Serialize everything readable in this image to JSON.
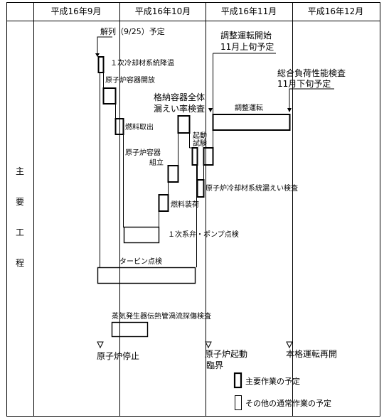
{
  "header": {
    "months": [
      "平成16年9月",
      "平成16年10月",
      "平成16年11月",
      "平成16年12月"
    ]
  },
  "row_label": [
    "主",
    "要",
    "工",
    "程"
  ],
  "annotations": {
    "parallel": "解列（9/25）予定",
    "cooling_down": "１次冷却材系統降温",
    "vessel_open": "原子炉容器開放",
    "fuel_removal": "燃料取出",
    "vessel_assembly_1": "原子炉容器",
    "vessel_assembly_2": "組立",
    "fuel_loading": "燃料装荷",
    "pump_check": "１次系弁・ポンプ点検",
    "turbine_check": "タービン点検",
    "containment_1": "格納容器全体",
    "containment_2": "漏えい率検査",
    "startup_test_1": "起動",
    "startup_test_2": "試験",
    "leak_check": "原子炉冷却材系統漏えい検査",
    "adjust_start_1": "調整運転開始",
    "adjust_start_2": "11月上旬予定",
    "adjust_run": "調整運転",
    "full_load_1": "総合負荷性能検査",
    "full_load_2": "11月下旬予定",
    "sg_inspection": "蒸気発生器伝熱管渦流探傷検査"
  },
  "milestones": {
    "reactor_stop": "原子炉停止",
    "reactor_start_1": "原子炉起動",
    "reactor_start_2": "臨界",
    "resume": "本格運転再開"
  },
  "legend": {
    "main_work": "主要作業の予定",
    "other_work": "その他の通常作業の予定"
  }
}
